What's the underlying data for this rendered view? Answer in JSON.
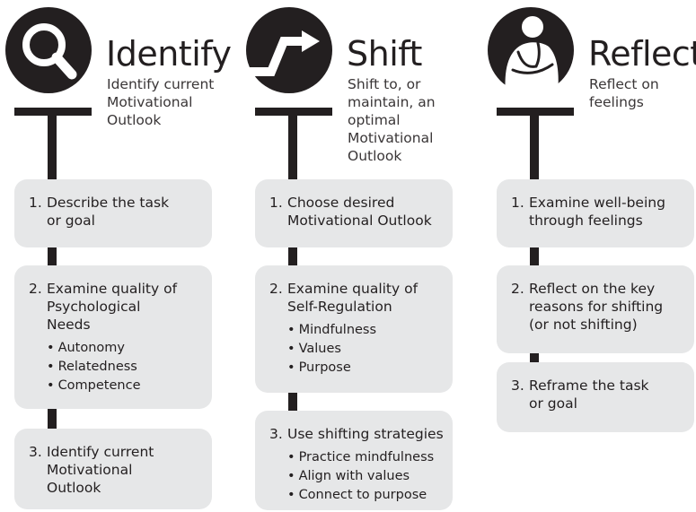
{
  "columns": [
    {
      "icon": "magnifier-icon",
      "title": "Identify",
      "subtitle": [
        "Identify current",
        "Motivational",
        "Outlook"
      ],
      "steps": [
        {
          "num": "1.",
          "lines": [
            "Describe the task",
            "or goal"
          ],
          "bullets": []
        },
        {
          "num": "2.",
          "lines": [
            "Examine quality of",
            "Psychological",
            "Needs"
          ],
          "bullets": [
            "Autonomy",
            "Relatedness",
            "Competence"
          ]
        },
        {
          "num": "3.",
          "lines": [
            "Identify current",
            "Motivational",
            "Outlook"
          ],
          "bullets": []
        }
      ]
    },
    {
      "icon": "shift-arrow-icon",
      "title": "Shift",
      "subtitle": [
        "Shift to, or",
        "maintain, an",
        "optimal",
        "Motivational",
        "Outlook"
      ],
      "steps": [
        {
          "num": "1.",
          "lines": [
            "Choose desired",
            "Motivational Outlook"
          ],
          "bullets": []
        },
        {
          "num": "2.",
          "lines": [
            "Examine quality of",
            "Self-Regulation"
          ],
          "bullets": [
            "Mindfulness",
            "Values",
            "Purpose"
          ]
        },
        {
          "num": "3.",
          "lines": [
            "Use shifting strategies"
          ],
          "bullets": [
            "Practice mindfulness",
            "Align with values",
            "Connect to purpose"
          ]
        }
      ]
    },
    {
      "icon": "thinking-person-icon",
      "title": "Reflect",
      "subtitle": [
        "Reflect on",
        "feelings"
      ],
      "steps": [
        {
          "num": "1.",
          "lines": [
            "Examine well-being",
            "through feelings"
          ],
          "bullets": []
        },
        {
          "num": "2.",
          "lines": [
            "Reflect on the key",
            "reasons for shifting",
            "(or not shifting)"
          ],
          "bullets": []
        },
        {
          "num": "3.",
          "lines": [
            "Reframe the task",
            "or goal"
          ],
          "bullets": []
        }
      ]
    }
  ],
  "colors": {
    "dark": "#231f20",
    "box": "#e6e7e8",
    "text": "#231f20"
  }
}
